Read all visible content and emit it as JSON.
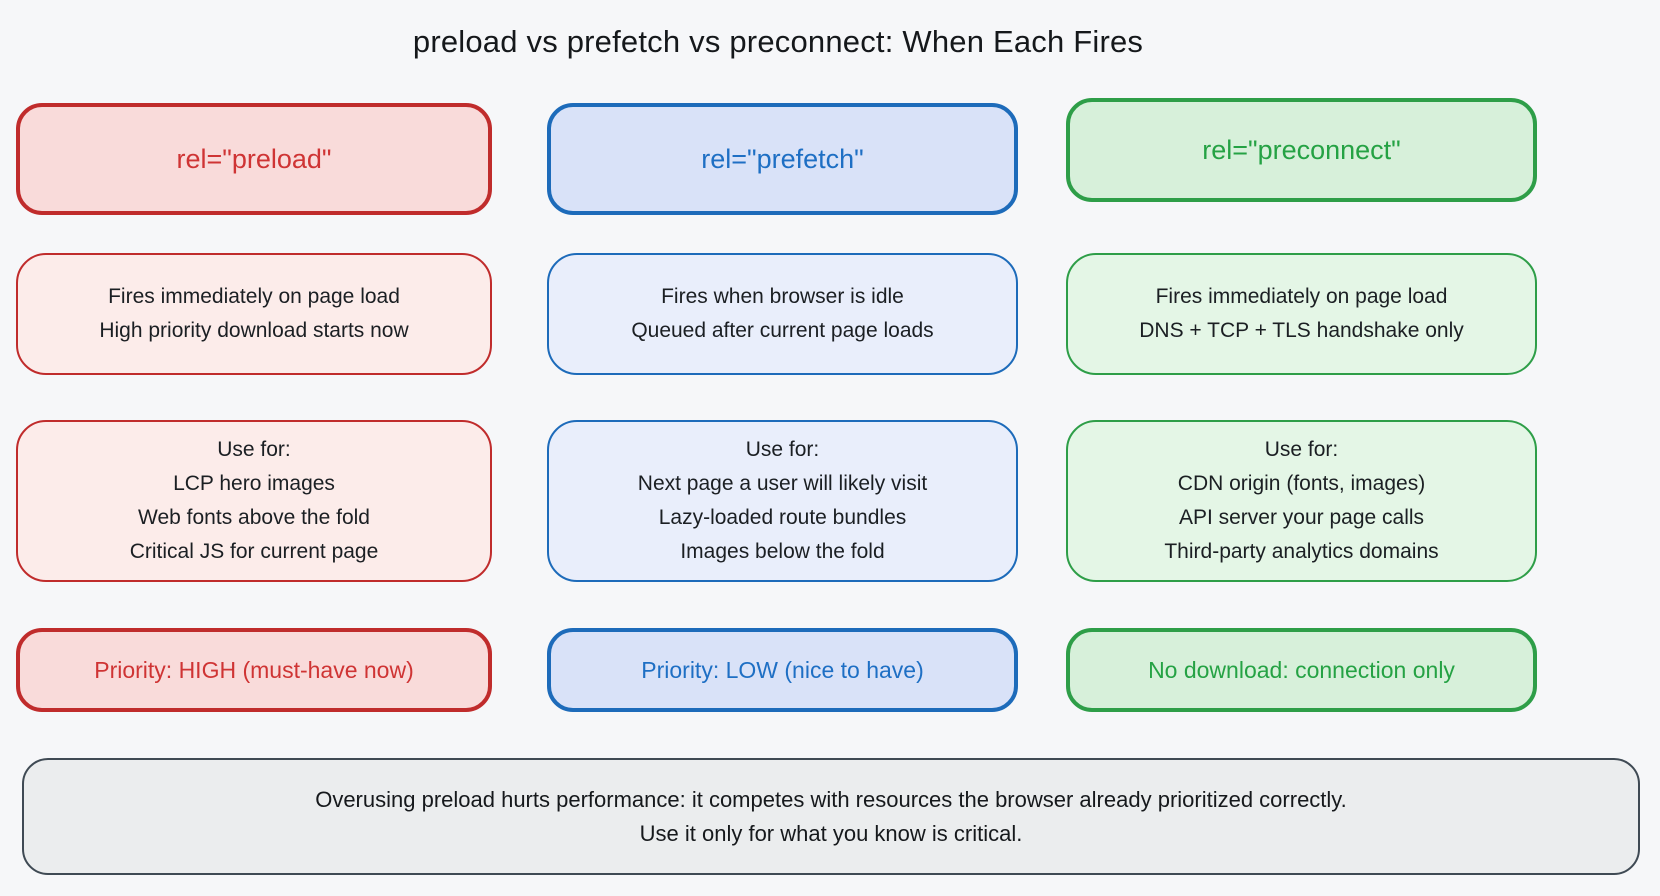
{
  "title": "preload vs prefetch vs preconnect: When Each Fires",
  "columns": {
    "preload": {
      "header": "rel=\"preload\"",
      "timing": [
        "Fires immediately on page load",
        "High priority download starts now"
      ],
      "use_for": [
        "Use for:",
        "LCP hero images",
        "Web fonts above the fold",
        "Critical JS for current page"
      ],
      "priority": "Priority: HIGH (must-have now)"
    },
    "prefetch": {
      "header": "rel=\"prefetch\"",
      "timing": [
        "Fires when browser is idle",
        "Queued after current page loads"
      ],
      "use_for": [
        "Use for:",
        "Next page a user will likely visit",
        "Lazy-loaded route bundles",
        "Images below the fold"
      ],
      "priority": "Priority: LOW (nice to have)"
    },
    "preconnect": {
      "header": "rel=\"preconnect\"",
      "timing": [
        "Fires immediately on page load",
        "DNS + TCP + TLS handshake only"
      ],
      "use_for": [
        "Use for:",
        "CDN origin (fonts, images)",
        "API server your page calls",
        "Third-party analytics domains"
      ],
      "priority": "No download: connection only"
    }
  },
  "note": {
    "line1": "Overusing preload hurts performance: it competes with resources the browser already prioritized correctly.",
    "line2": "Use it only for what you know is critical."
  },
  "theme": {
    "page_bg": "#f6f7f9",
    "title_color": "#15181b",
    "red_border": "#c02c2c",
    "red_fill": "#f9dbda",
    "red_fill_soft": "#fcecea",
    "red_text": "#cf3434",
    "blue_border": "#1d6bba",
    "blue_fill": "#d9e2f8",
    "blue_fill_soft": "#e9eefb",
    "blue_text": "#1e6fc4",
    "green_border": "#2e9e48",
    "green_fill": "#d7f0da",
    "green_fill_soft": "#e4f6e6",
    "green_text": "#25a244",
    "note_border": "#3f4a54",
    "note_fill": "#ebedee"
  }
}
